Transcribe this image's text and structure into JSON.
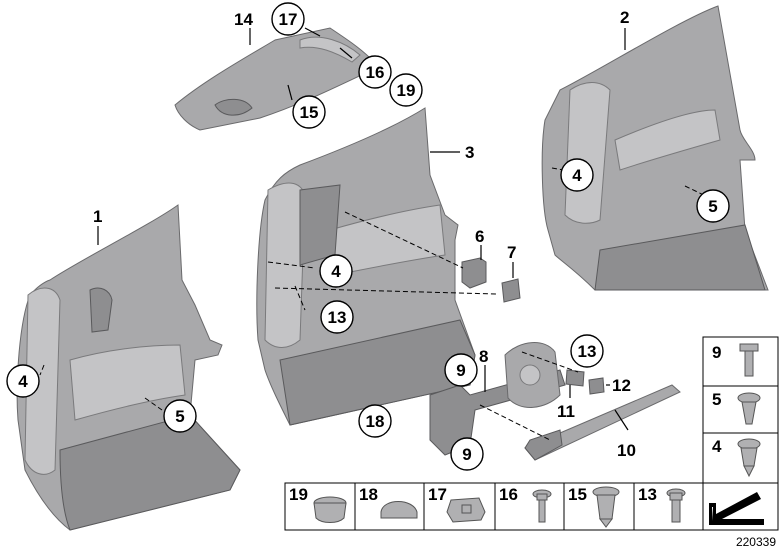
{
  "diagram": {
    "reference_number": "220339",
    "callouts": {
      "p1": "1",
      "p2": "2",
      "p3": "3",
      "p4a": "4",
      "p4b": "4",
      "p4c": "4",
      "p5a": "5",
      "p5b": "5",
      "p6": "6",
      "p7": "7",
      "p8": "8",
      "p9a": "9",
      "p9b": "9",
      "p10": "10",
      "p11": "11",
      "p12": "12",
      "p13a": "13",
      "p13b": "13",
      "p14": "14",
      "p15": "15",
      "p16": "16",
      "p17": "17",
      "p18": "18",
      "p19": "19"
    },
    "legend_side": [
      "9",
      "5",
      "4"
    ],
    "legend_bottom": [
      "19",
      "18",
      "17",
      "16",
      "15",
      "13"
    ]
  }
}
